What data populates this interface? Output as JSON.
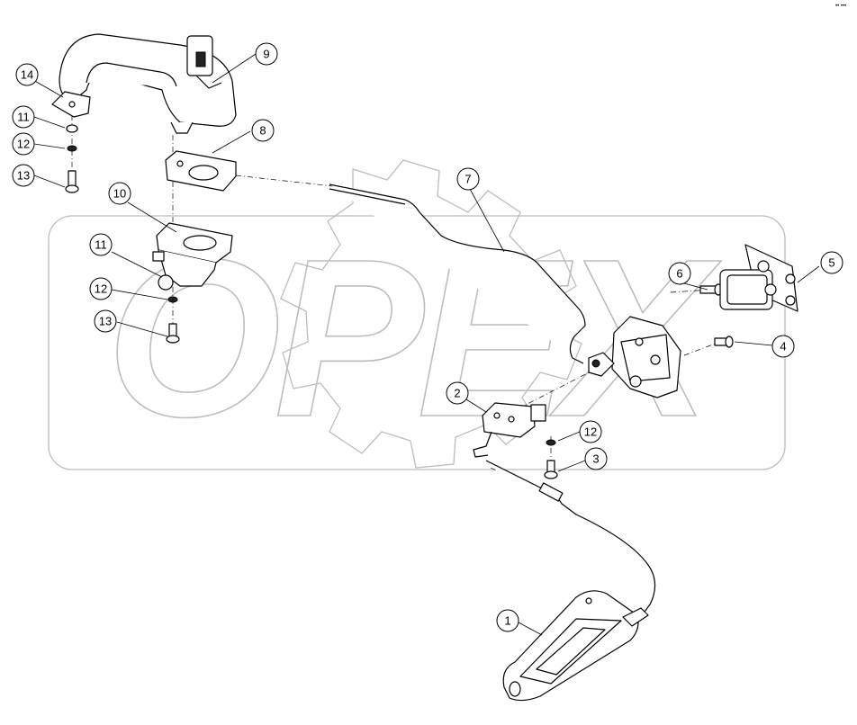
{
  "watermark": {
    "text": "OPEX",
    "color": "#bdbdbd"
  },
  "corner_mark": "•• •••",
  "callouts": [
    {
      "id": "c1",
      "label": "1"
    },
    {
      "id": "c2",
      "label": "2"
    },
    {
      "id": "c3",
      "label": "3"
    },
    {
      "id": "c4",
      "label": "4"
    },
    {
      "id": "c5",
      "label": "5"
    },
    {
      "id": "c6",
      "label": "6"
    },
    {
      "id": "c7",
      "label": "7"
    },
    {
      "id": "c8",
      "label": "8"
    },
    {
      "id": "c9",
      "label": "9"
    },
    {
      "id": "c10",
      "label": "10"
    },
    {
      "id": "c11a",
      "label": "11"
    },
    {
      "id": "c11b",
      "label": "11"
    },
    {
      "id": "c12a",
      "label": "12"
    },
    {
      "id": "c12b",
      "label": "12"
    },
    {
      "id": "c12c",
      "label": "12"
    },
    {
      "id": "c13a",
      "label": "13"
    },
    {
      "id": "c13b",
      "label": "13"
    },
    {
      "id": "c14",
      "label": "14"
    }
  ]
}
